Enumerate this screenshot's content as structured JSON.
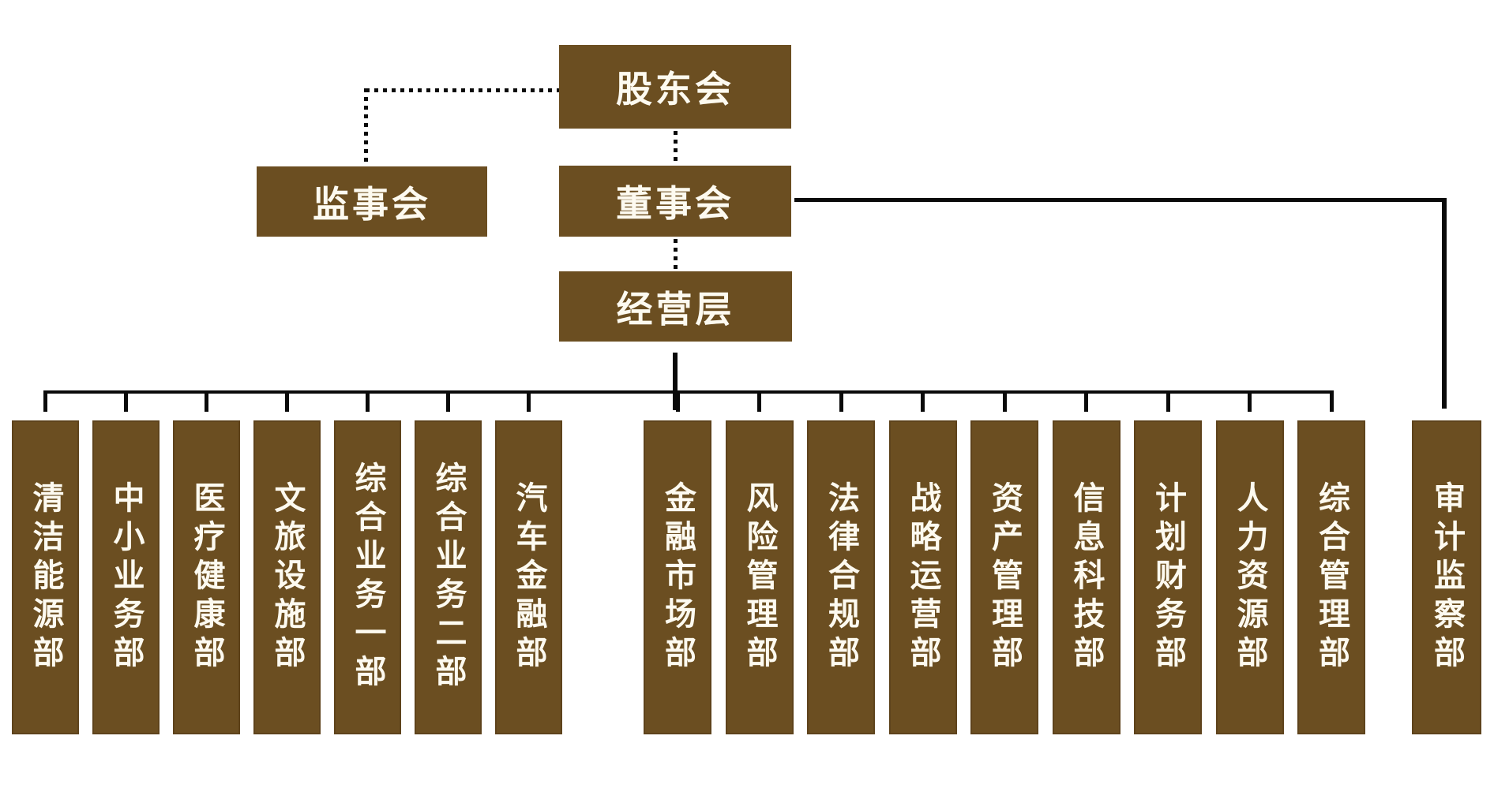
{
  "org_chart": {
    "nodes": {
      "shareholders": "股东会",
      "supervisors": "监事会",
      "board": "董事会",
      "management": "经营层"
    },
    "departments": {
      "business_group": [
        "清洁能源部",
        "中小业务部",
        "医疗健康部",
        "文旅设施部",
        "综合业务一部",
        "综合业务二部",
        "汽车金融部"
      ],
      "functional_group": [
        "金融市场部",
        "风险管理部",
        "法律合规部",
        "战略运营部",
        "资产管理部",
        "信息科技部",
        "计划财务部",
        "人力资源部",
        "综合管理部"
      ],
      "audit_group": [
        "审计监察部"
      ]
    },
    "colors": {
      "box_fill": "#6b4e21",
      "box_border": "#5e431c",
      "connector": "#0a0a0a",
      "text": "#fdfaf0",
      "background": "#ffffff"
    }
  }
}
